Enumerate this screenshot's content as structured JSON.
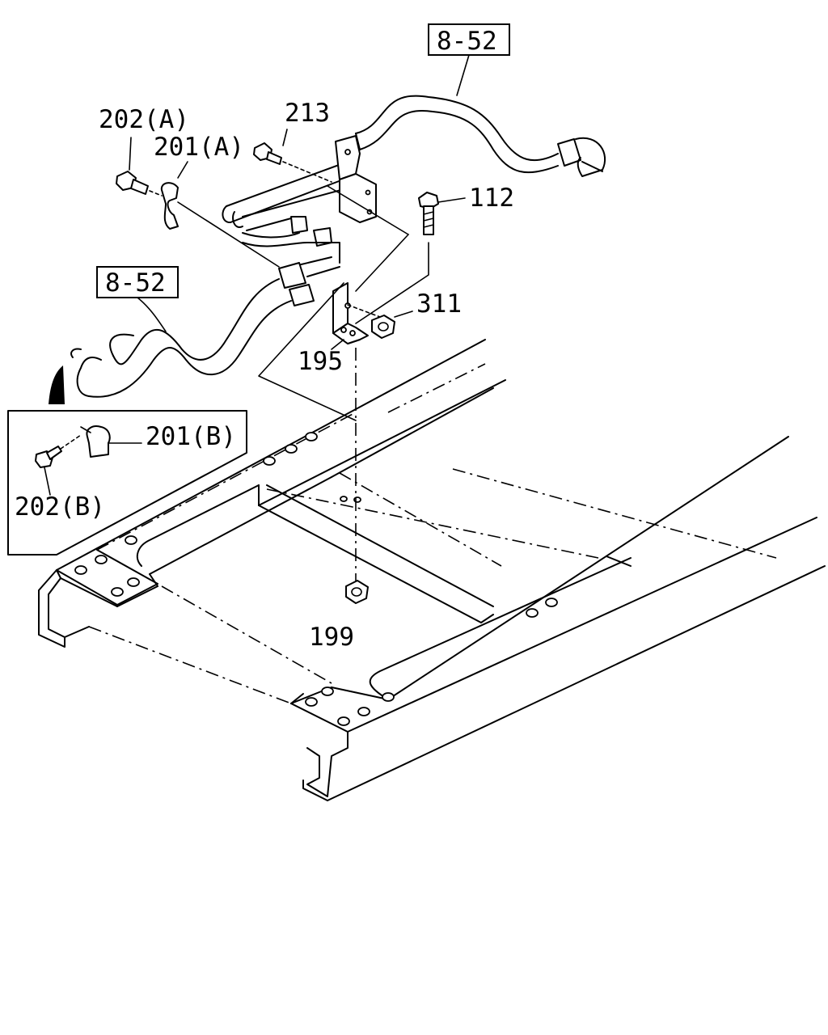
{
  "diagram": {
    "callouts": {
      "ref_top": "8-52",
      "ref_left": "8-52",
      "p202a": "202(A)",
      "p201a": "201(A)",
      "p213": "213",
      "p112": "112",
      "p311": "311",
      "p195": "195",
      "p201b": "201(B)",
      "p202b": "202(B)",
      "p199": "199"
    }
  }
}
